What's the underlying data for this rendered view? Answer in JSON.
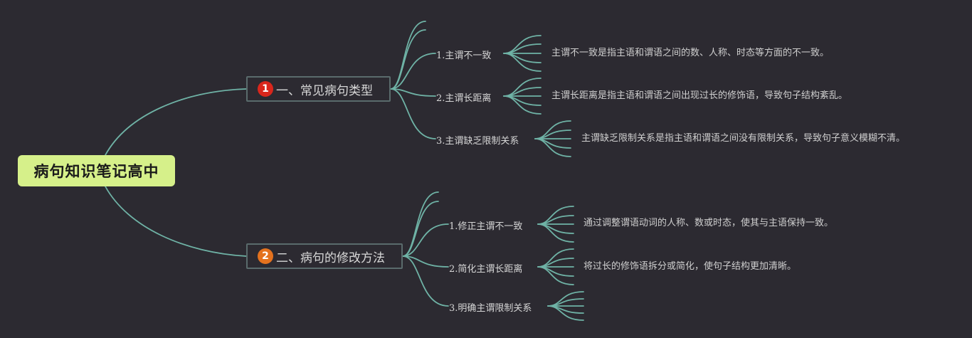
{
  "root": {
    "title": "病句知识笔记高中"
  },
  "branches": [
    {
      "badge": "1",
      "badge_color": "#d9261c",
      "title": "一、常见病句类型",
      "children": [
        {
          "label": "1.主谓不一致",
          "note": "主谓不一致是指主语和谓语之间的数、人称、时态等方面的不一致。"
        },
        {
          "label": "2.主谓长距离",
          "note": "主谓长距离是指主语和谓语之间出现过长的修饰语，导致句子结构紊乱。"
        },
        {
          "label": "3.主谓缺乏限制关系",
          "note": "主谓缺乏限制关系是指主语和谓语之间没有限制关系，导致句子意义模糊不清。"
        }
      ]
    },
    {
      "badge": "2",
      "badge_color": "#e4721e",
      "title": "二、病句的修改方法",
      "children": [
        {
          "label": "1.修正主谓不一致",
          "note": "通过调整谓语动词的人称、数或时态，使其与主语保持一致。"
        },
        {
          "label": "2.简化主谓长距离",
          "note": "将过长的修饰语拆分或简化，使句子结构更加清晰。"
        },
        {
          "label": "3.明确主谓限制关系",
          "note": ""
        }
      ]
    }
  ],
  "colors": {
    "line": "#6fb3a6",
    "root_bg": "#d6f08a",
    "background": "#2c2a31"
  }
}
